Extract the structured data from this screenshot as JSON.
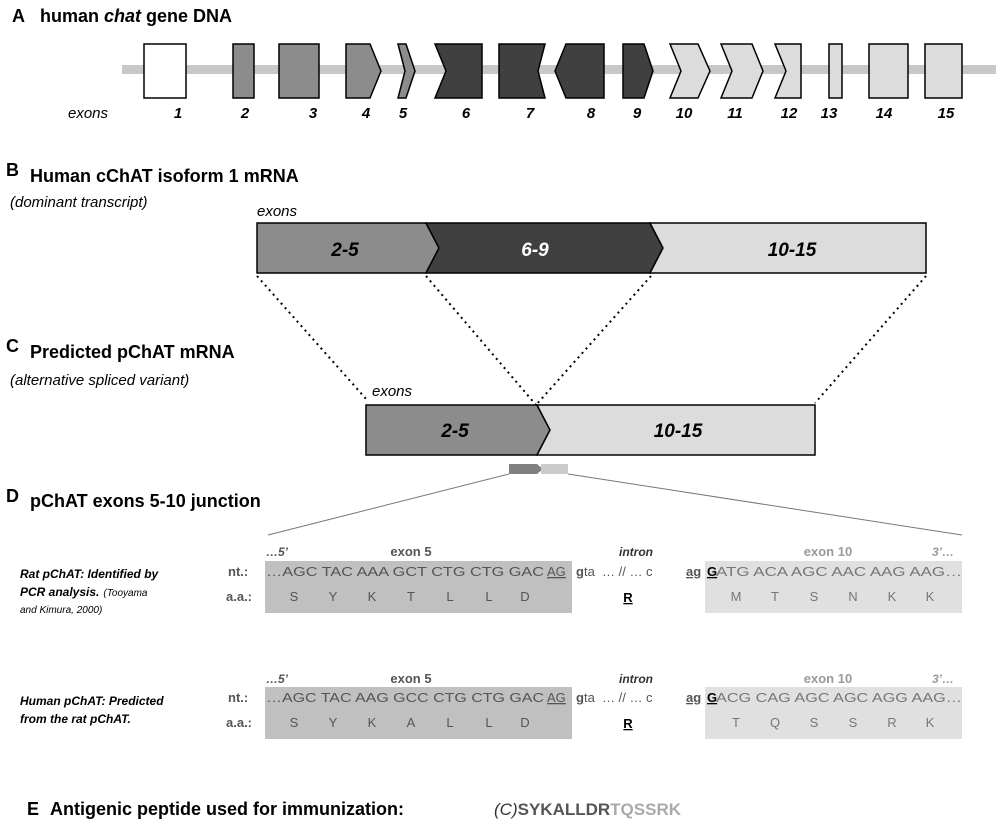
{
  "panel_a": {
    "letter": "A",
    "title_pre": "human ",
    "title_italic": "chat",
    "title_post": " gene DNA",
    "exons_label": "exons",
    "exon_numbers": [
      "1",
      "2",
      "3",
      "4",
      "5",
      "6",
      "7",
      "8",
      "9",
      "10",
      "11",
      "12",
      "13",
      "14",
      "15"
    ]
  },
  "panel_b": {
    "letter": "B",
    "title": "Human cChAT isoform 1 mRNA",
    "subtitle": "(dominant transcript)",
    "exons_label": "exons",
    "segments": [
      "2-5",
      "6-9",
      "10-15"
    ]
  },
  "panel_c": {
    "letter": "C",
    "title": "Predicted pChAT mRNA",
    "subtitle": "(alternative spliced variant)",
    "exons_label": "exons",
    "segments": [
      "2-5",
      "10-15"
    ]
  },
  "panel_d": {
    "letter": "D",
    "title": "pChAT exons 5-10 junction",
    "five_prime": "…5’",
    "three_prime": "3’…",
    "exon5": "exon 5",
    "intron": "intron",
    "exon10": "exon 10",
    "nt_label": "nt.:",
    "aa_label": "a.a.:",
    "intron_seq_mid": "…  //  …  c",
    "rat": {
      "label_line1": "Rat pChAT: Identified by",
      "label_line2": "PCR analysis.",
      "ref_a": "(Tooyama",
      "ref_b": "and Kimura, 2000)",
      "nt_exon5": "…AGC TAC AAA GCT CTG CTG GAC ",
      "nt_ag": "AG",
      "nt_g": "g",
      "nt_ta": "ta",
      "nt_ag2": "ag",
      "nt_G": "G",
      "nt_exon10": " ATG ACA AGC AAC AAG AAG…",
      "aa_exon5": [
        "S",
        "Y",
        "K",
        "T",
        "L",
        "L",
        "D"
      ],
      "aa_junction": "R",
      "aa_exon10": [
        "M",
        "T",
        "S",
        "N",
        "K",
        "K"
      ]
    },
    "human": {
      "label_line1": "Human pChAT: Predicted",
      "label_line2": "from the rat pChAT.",
      "nt_exon5": "…AGC TAC AAG GCC CTG CTG GAC ",
      "nt_ag": "AG",
      "nt_g": "g",
      "nt_ta": "ta",
      "nt_ag2": "ag",
      "nt_G": "G",
      "nt_exon10": " ACG CAG AGC AGC AGG AAG…",
      "aa_exon5": [
        "S",
        "Y",
        "K",
        "A",
        "L",
        "L",
        "D"
      ],
      "aa_junction": "R",
      "aa_exon10": [
        "T",
        "Q",
        "S",
        "S",
        "R",
        "K"
      ]
    }
  },
  "panel_e": {
    "letter": "E",
    "title": "Antigenic peptide used for immunization:",
    "peptide_prefix": "(C)",
    "peptide_dark": "SYKALLDR",
    "peptide_light": "TQSSRK"
  },
  "colors": {
    "white": "#ffffff",
    "mid": "#8c8c8c",
    "dark": "#404040",
    "light": "#dcdcdc",
    "backbone": "#c8c8c8",
    "seq_dark_box": "#c0c0c0",
    "seq_light_box": "#e0e0e0",
    "text_grey": "#555555",
    "text_light": "#9a9a9a"
  }
}
